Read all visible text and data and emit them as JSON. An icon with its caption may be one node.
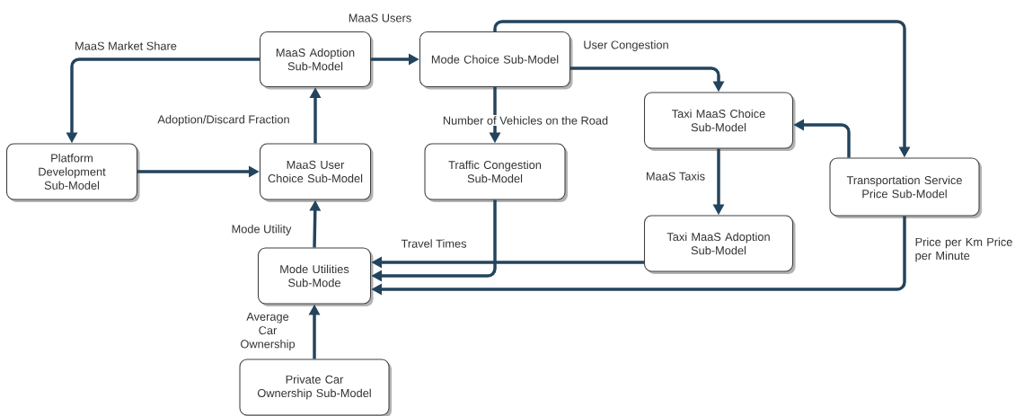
{
  "diagram": {
    "nodes": [
      {
        "text": [
          "MaaS Adoption Sub-Model"
        ]
      },
      {
        "text": [
          "Mode Choice Sub-Model"
        ]
      },
      {
        "text": [
          "Platform Development Sub-Model"
        ]
      },
      {
        "text": [
          "MaaS User Choice Sub-Model"
        ]
      },
      {
        "text": [
          "Traffic Congestion Sub-Model"
        ]
      },
      {
        "text": [
          "Taxi MaaS Choice Sub-Model"
        ]
      },
      {
        "text": [
          "Transportation Service Price Sub-Model"
        ]
      },
      {
        "text": [
          "Taxi MaaS Adoption Sub-Model"
        ]
      },
      {
        "text": [
          "Mode Utilities Sub-Mode"
        ]
      },
      {
        "text": [
          "Private Car Ownership Sub-Model"
        ]
      }
    ],
    "edges": [
      {
        "from": 0,
        "to": 1,
        "arrow": "to",
        "label": "MaaS Users"
      },
      {
        "from": 0,
        "to": 2,
        "arrow": "to",
        "label": "MaaS Market Share"
      },
      {
        "from": 1,
        "to": 5,
        "arrow": "to",
        "label": "User Congestion"
      },
      {
        "from": 1,
        "to": 4,
        "arrow": "to",
        "label": "Number of Vehicles on the Road"
      },
      {
        "from": 1,
        "to": 6,
        "arrow": "to"
      },
      {
        "from": 2,
        "to": 3,
        "arrow": "to"
      },
      {
        "from": 3,
        "to": 0,
        "arrow": "to",
        "label": "Adoption/Discard Fraction"
      },
      {
        "from": 5,
        "to": 7,
        "arrow": "to",
        "label": "MaaS Taxis"
      },
      {
        "from": 6,
        "to": 5,
        "arrow": "to"
      },
      {
        "from": 7,
        "to": 8,
        "arrow": "to"
      },
      {
        "from": 4,
        "to": 8,
        "arrow": "to",
        "label": "Travel Times"
      },
      {
        "from": 6,
        "to": 8,
        "arrow": "to",
        "label": "Price per Km Price per Minute"
      },
      {
        "from": 8,
        "to": 3,
        "arrow": "to",
        "label": "Mode Utility"
      },
      {
        "from": 9,
        "to": 8,
        "arrow": "to",
        "label": "Average Car Ownership"
      }
    ]
  }
}
